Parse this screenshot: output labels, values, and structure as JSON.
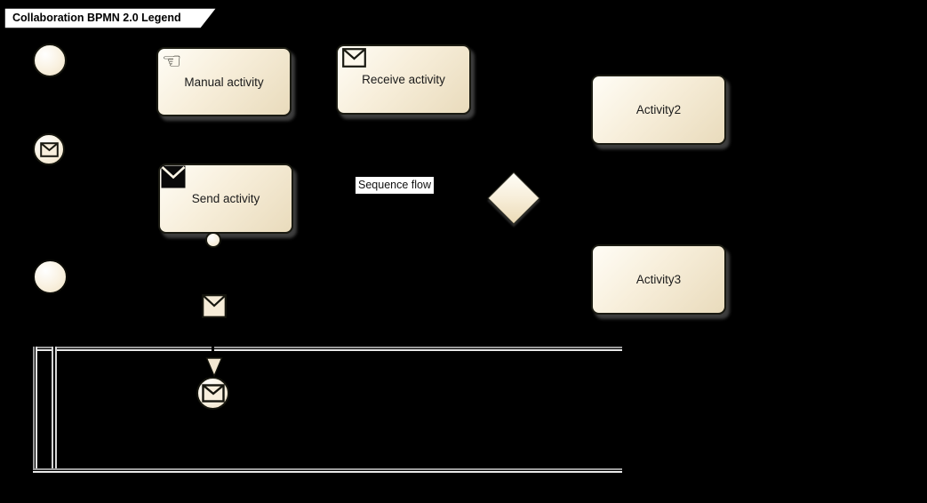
{
  "diagram": {
    "title": "Collaboration BPMN 2.0 Legend",
    "type": "BPMN 2.0 collaboration legend"
  },
  "colors": {
    "background": "#000000",
    "node_fill_top": "#fffdf6",
    "node_fill_bottom": "#e9dbbc",
    "node_border": "#1b1b12",
    "pool_line_light": "#eaeaea",
    "pool_line_gray": "#9b9b9b",
    "label_background": "#ffffff",
    "text": "#1a1a1a"
  },
  "icons": {
    "manual_hand_glyph": "☜"
  },
  "nodes": {
    "manual": {
      "label": "Manual activity",
      "icon": "manual-hand-icon"
    },
    "receive": {
      "label": "Receive activity",
      "icon": "message-envelope-outline-icon"
    },
    "send": {
      "label": "Send activity",
      "icon": "message-envelope-filled-icon"
    },
    "activity2": {
      "label": "Activity2"
    },
    "activity3": {
      "label": "Activity3"
    }
  },
  "edges": {
    "sequence_flow_label": "Sequence flow"
  },
  "events": {
    "start_event": "plain-circle",
    "intermediate_message_event": "circle-with-envelope",
    "end_event": "plain-circle",
    "send_activity_boundary_event": "small-circle",
    "pool_message_start_event": "circle-with-envelope"
  },
  "gateway": {
    "shape": "diamond"
  },
  "pool": {
    "label": "",
    "header_band": "empty"
  }
}
